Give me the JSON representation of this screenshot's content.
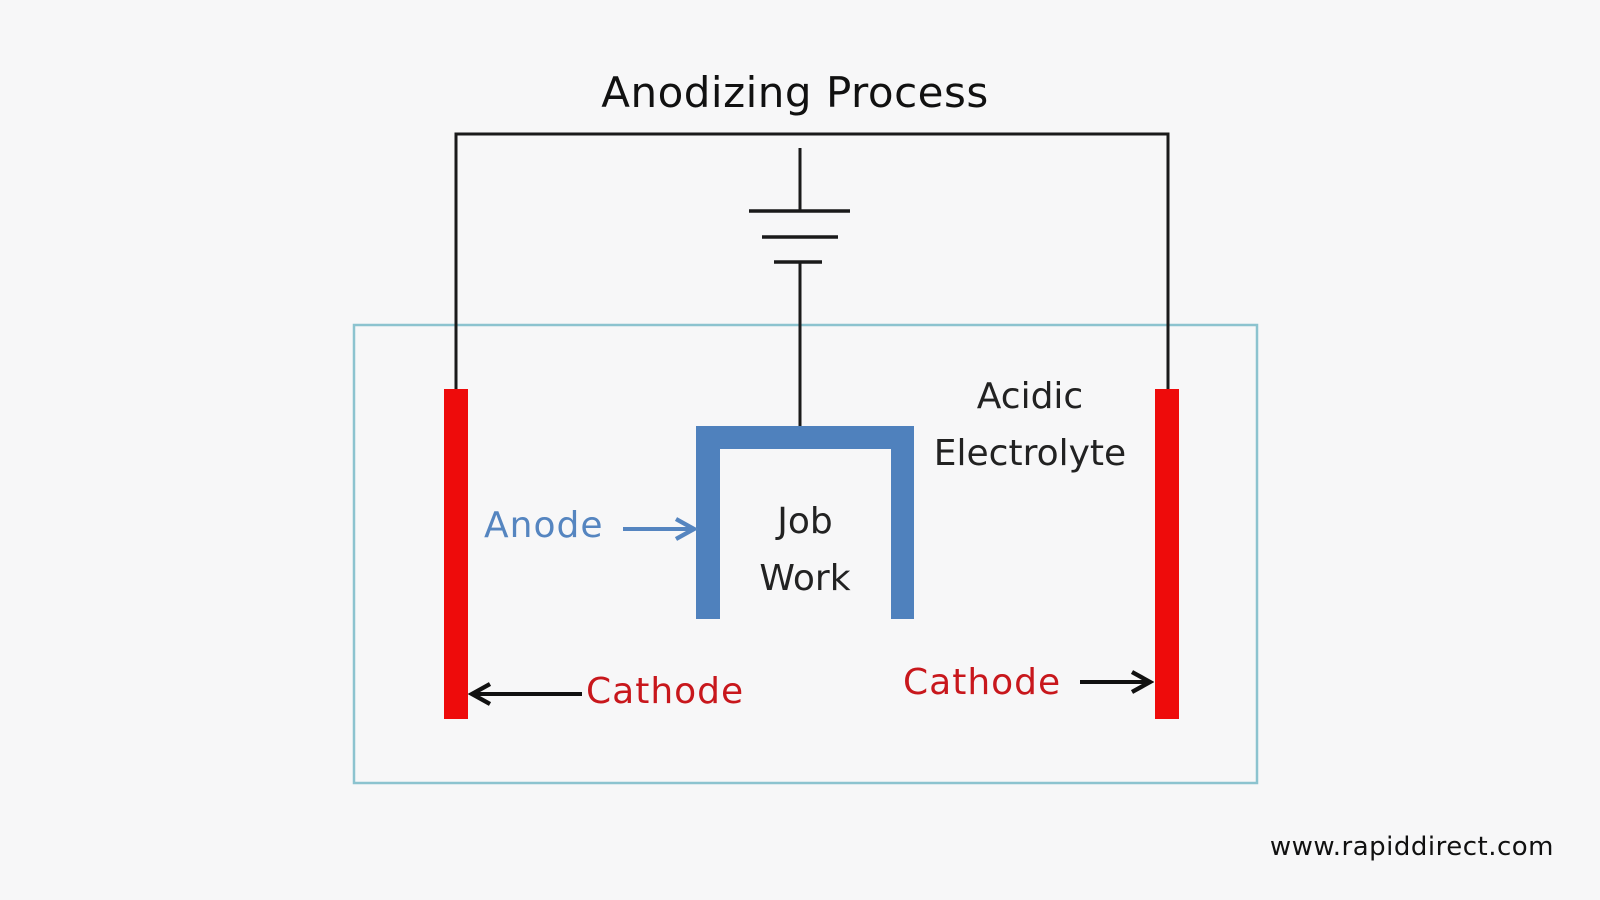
{
  "title": "Anodizing Process",
  "labels": {
    "electrolyte_line1": "Acidic",
    "electrolyte_line2": "Electrolyte",
    "job_line1": "Job",
    "job_line2": "Work",
    "anode": "Anode",
    "cathode_left": "Cathode",
    "cathode_right": "Cathode"
  },
  "footer": {
    "url": "www.rapiddirect.com"
  },
  "colors": {
    "background": "#f7f7f8",
    "tank_border": "#8cc3cf",
    "wire": "#1a1a1a",
    "cathode": "#ee0b0b",
    "anode": "#4f81bd",
    "anode_text": "#5585c0",
    "cathode_text": "#c8171c",
    "text": "#222222"
  }
}
